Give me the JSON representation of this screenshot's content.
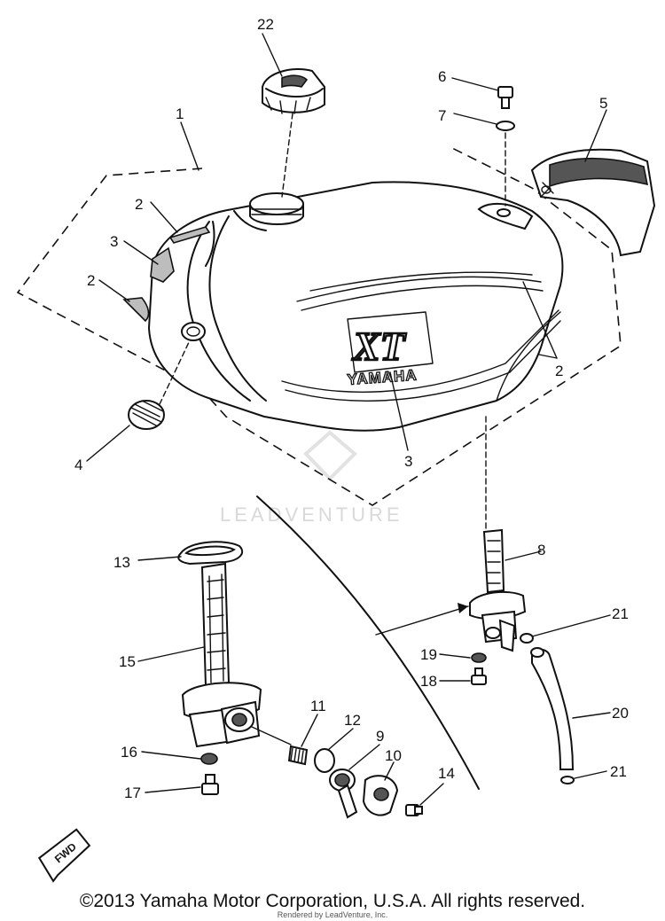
{
  "callouts": {
    "c1": "1",
    "c2a": "2",
    "c2b": "2",
    "c2c": "2",
    "c3a": "3",
    "c3b": "3",
    "c4": "4",
    "c5": "5",
    "c6": "6",
    "c7": "7",
    "c8": "8",
    "c9": "9",
    "c10": "10",
    "c11": "11",
    "c12": "12",
    "c13": "13",
    "c14": "14",
    "c15": "15",
    "c16": "16",
    "c17": "17",
    "c18": "18",
    "c19": "19",
    "c20": "20",
    "c21a": "21",
    "c21b": "21",
    "c22": "22"
  },
  "tank_emblem": {
    "model": "XT",
    "brand": "YAMAHA"
  },
  "direction_marker": "FWD",
  "watermark": "LEADVENTURE",
  "copyright": "©2013 Yamaha Motor Corporation, U.S.A. All rights reserved.",
  "credit": "Rendered by LeadVenture, Inc."
}
